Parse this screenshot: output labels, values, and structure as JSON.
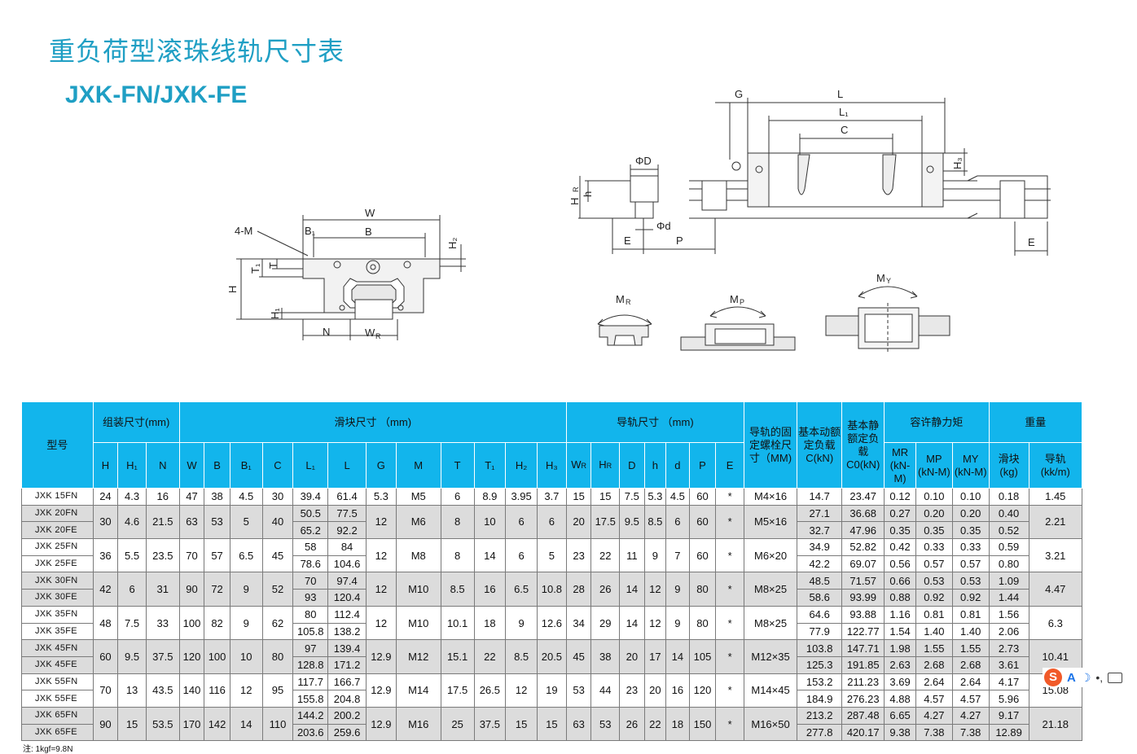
{
  "header": {
    "title": "重负荷型滚珠线轨尺寸表",
    "subtitle": "JXK-FN/JXK-FE"
  },
  "diagram_labels": {
    "front": [
      "W",
      "4-M",
      "B₁",
      "B",
      "H₂",
      "T₁",
      "T",
      "H",
      "H₁",
      "N",
      "W",
      "R"
    ],
    "side": [
      "G",
      "L",
      "L₁",
      "C",
      "H₃",
      "ΦD",
      "h",
      "H",
      "R",
      "Φd",
      "E",
      "P",
      "E"
    ],
    "moments": [
      "M",
      "R",
      "M",
      "P",
      "M",
      "Y"
    ]
  },
  "table": {
    "group_headers": {
      "model": "型号",
      "assembly": "组装尺寸(mm)",
      "block": "滑块尺寸 （mm)",
      "rail": "导轨尺寸 （mm)",
      "bolt": "导轨的固定螺栓尺寸（MM)",
      "dynamic": "基本动额定负载C(kN)",
      "static": "基本静额定负载C0(kN)",
      "moment": "容许静力矩",
      "weight": "重量"
    },
    "sub_headers": {
      "assembly": [
        "H",
        "H₁",
        "N"
      ],
      "block": [
        "W",
        "B",
        "B₁",
        "C",
        "L₁",
        "L",
        "G",
        "M",
        "T",
        "T₁",
        "H₂",
        "H₃"
      ],
      "rail": [
        "W",
        "R",
        "H",
        "R",
        "D",
        "h",
        "d",
        "P",
        "E"
      ],
      "moment": [
        "MR (kN-M)",
        "MP (kN-M)",
        "MY (kN-M)"
      ],
      "weight": [
        "滑块 (kg)",
        "导轨 (kk/m)"
      ]
    },
    "rows": [
      [
        "JXK 15FN",
        "24",
        "4.3",
        "16",
        "47",
        "38",
        "4.5",
        "30",
        "39.4",
        "61.4",
        "5.3",
        "M5",
        "6",
        "8.9",
        "3.95",
        "3.7",
        "15",
        "15",
        "7.5",
        "5.3",
        "4.5",
        "60",
        "*",
        "M4×16",
        "14.7",
        "23.47",
        "0.12",
        "0.10",
        "0.10",
        "0.18",
        "1.45"
      ],
      [
        "JXK 20FN",
        "30",
        "4.6",
        "21.5",
        "63",
        "53",
        "5",
        "40",
        "50.5",
        "77.5",
        "12",
        "M6",
        "8",
        "10",
        "6",
        "6",
        "20",
        "17.5",
        "9.5",
        "8.5",
        "6",
        "60",
        "*",
        "M5×16",
        "27.1",
        "36.68",
        "0.27",
        "0.20",
        "0.20",
        "0.40",
        "2.21"
      ],
      [
        "JXK 20FE",
        "",
        "",
        "",
        "",
        "",
        "",
        "",
        "65.2",
        "92.2",
        "",
        "",
        "",
        "",
        "",
        "",
        "",
        "",
        "",
        "",
        "",
        "",
        "",
        "",
        "32.7",
        "47.96",
        "0.35",
        "0.35",
        "0.35",
        "0.52",
        ""
      ],
      [
        "JXK 25FN",
        "36",
        "5.5",
        "23.5",
        "70",
        "57",
        "6.5",
        "45",
        "58",
        "84",
        "12",
        "M8",
        "8",
        "14",
        "6",
        "5",
        "23",
        "22",
        "11",
        "9",
        "7",
        "60",
        "*",
        "M6×20",
        "34.9",
        "52.82",
        "0.42",
        "0.33",
        "0.33",
        "0.59",
        "3.21"
      ],
      [
        "JXK 25FE",
        "",
        "",
        "",
        "",
        "",
        "",
        "",
        "78.6",
        "104.6",
        "",
        "",
        "",
        "",
        "",
        "",
        "",
        "",
        "",
        "",
        "",
        "",
        "",
        "",
        "42.2",
        "69.07",
        "0.56",
        "0.57",
        "0.57",
        "0.80",
        ""
      ],
      [
        "JXK 30FN",
        "42",
        "6",
        "31",
        "90",
        "72",
        "9",
        "52",
        "70",
        "97.4",
        "12",
        "M10",
        "8.5",
        "16",
        "6.5",
        "10.8",
        "28",
        "26",
        "14",
        "12",
        "9",
        "80",
        "*",
        "M8×25",
        "48.5",
        "71.57",
        "0.66",
        "0.53",
        "0.53",
        "1.09",
        "4.47"
      ],
      [
        "JXK 30FE",
        "",
        "",
        "",
        "",
        "",
        "",
        "",
        "93",
        "120.4",
        "",
        "",
        "",
        "",
        "",
        "",
        "",
        "",
        "",
        "",
        "",
        "",
        "",
        "",
        "58.6",
        "93.99",
        "0.88",
        "0.92",
        "0.92",
        "1.44",
        ""
      ],
      [
        "JXK 35FN",
        "48",
        "7.5",
        "33",
        "100",
        "82",
        "9",
        "62",
        "80",
        "112.4",
        "12",
        "M10",
        "10.1",
        "18",
        "9",
        "12.6",
        "34",
        "29",
        "14",
        "12",
        "9",
        "80",
        "*",
        "M8×25",
        "64.6",
        "93.88",
        "1.16",
        "0.81",
        "0.81",
        "1.56",
        "6.3"
      ],
      [
        "JXK 35FE",
        "",
        "",
        "",
        "",
        "",
        "",
        "",
        "105.8",
        "138.2",
        "",
        "",
        "",
        "",
        "",
        "",
        "",
        "",
        "",
        "",
        "",
        "",
        "",
        "",
        "77.9",
        "122.77",
        "1.54",
        "1.40",
        "1.40",
        "2.06",
        ""
      ],
      [
        "JXK 45FN",
        "60",
        "9.5",
        "37.5",
        "120",
        "100",
        "10",
        "80",
        "97",
        "139.4",
        "12.9",
        "M12",
        "15.1",
        "22",
        "8.5",
        "20.5",
        "45",
        "38",
        "20",
        "17",
        "14",
        "105",
        "*",
        "M12×35",
        "103.8",
        "147.71",
        "1.98",
        "1.55",
        "1.55",
        "2.73",
        "10.41"
      ],
      [
        "JXK 45FE",
        "",
        "",
        "",
        "",
        "",
        "",
        "",
        "128.8",
        "171.2",
        "",
        "",
        "",
        "",
        "",
        "",
        "",
        "",
        "",
        "",
        "",
        "",
        "",
        "",
        "125.3",
        "191.85",
        "2.63",
        "2.68",
        "2.68",
        "3.61",
        ""
      ],
      [
        "JXK 55FN",
        "70",
        "13",
        "43.5",
        "140",
        "116",
        "12",
        "95",
        "117.7",
        "166.7",
        "12.9",
        "M14",
        "17.5",
        "26.5",
        "12",
        "19",
        "53",
        "44",
        "23",
        "20",
        "16",
        "120",
        "*",
        "M14×45",
        "153.2",
        "211.23",
        "3.69",
        "2.64",
        "2.64",
        "4.17",
        "15.08"
      ],
      [
        "JXK 55FE",
        "",
        "",
        "",
        "",
        "",
        "",
        "",
        "155.8",
        "204.8",
        "",
        "",
        "",
        "",
        "",
        "",
        "",
        "",
        "",
        "",
        "",
        "",
        "",
        "",
        "184.9",
        "276.23",
        "4.88",
        "4.57",
        "4.57",
        "5.96",
        ""
      ],
      [
        "JXK 65FN",
        "90",
        "15",
        "53.5",
        "170",
        "142",
        "14",
        "110",
        "144.2",
        "200.2",
        "12.9",
        "M16",
        "25",
        "37.5",
        "15",
        "15",
        "63",
        "53",
        "26",
        "22",
        "18",
        "150",
        "*",
        "M16×50",
        "213.2",
        "287.48",
        "6.65",
        "4.27",
        "4.27",
        "9.17",
        "21.18"
      ],
      [
        "JXK 65FE",
        "",
        "",
        "",
        "",
        "",
        "",
        "",
        "203.6",
        "259.6",
        "",
        "",
        "",
        "",
        "",
        "",
        "",
        "",
        "",
        "",
        "",
        "",
        "",
        "",
        "277.8",
        "420.17",
        "9.38",
        "7.38",
        "7.38",
        "12.89",
        ""
      ]
    ],
    "note": "注: 1kgf=9.8N"
  },
  "ime_toolbar": {
    "logo": "S",
    "mode": "A",
    "moon": "☽",
    "punct": "•,"
  }
}
